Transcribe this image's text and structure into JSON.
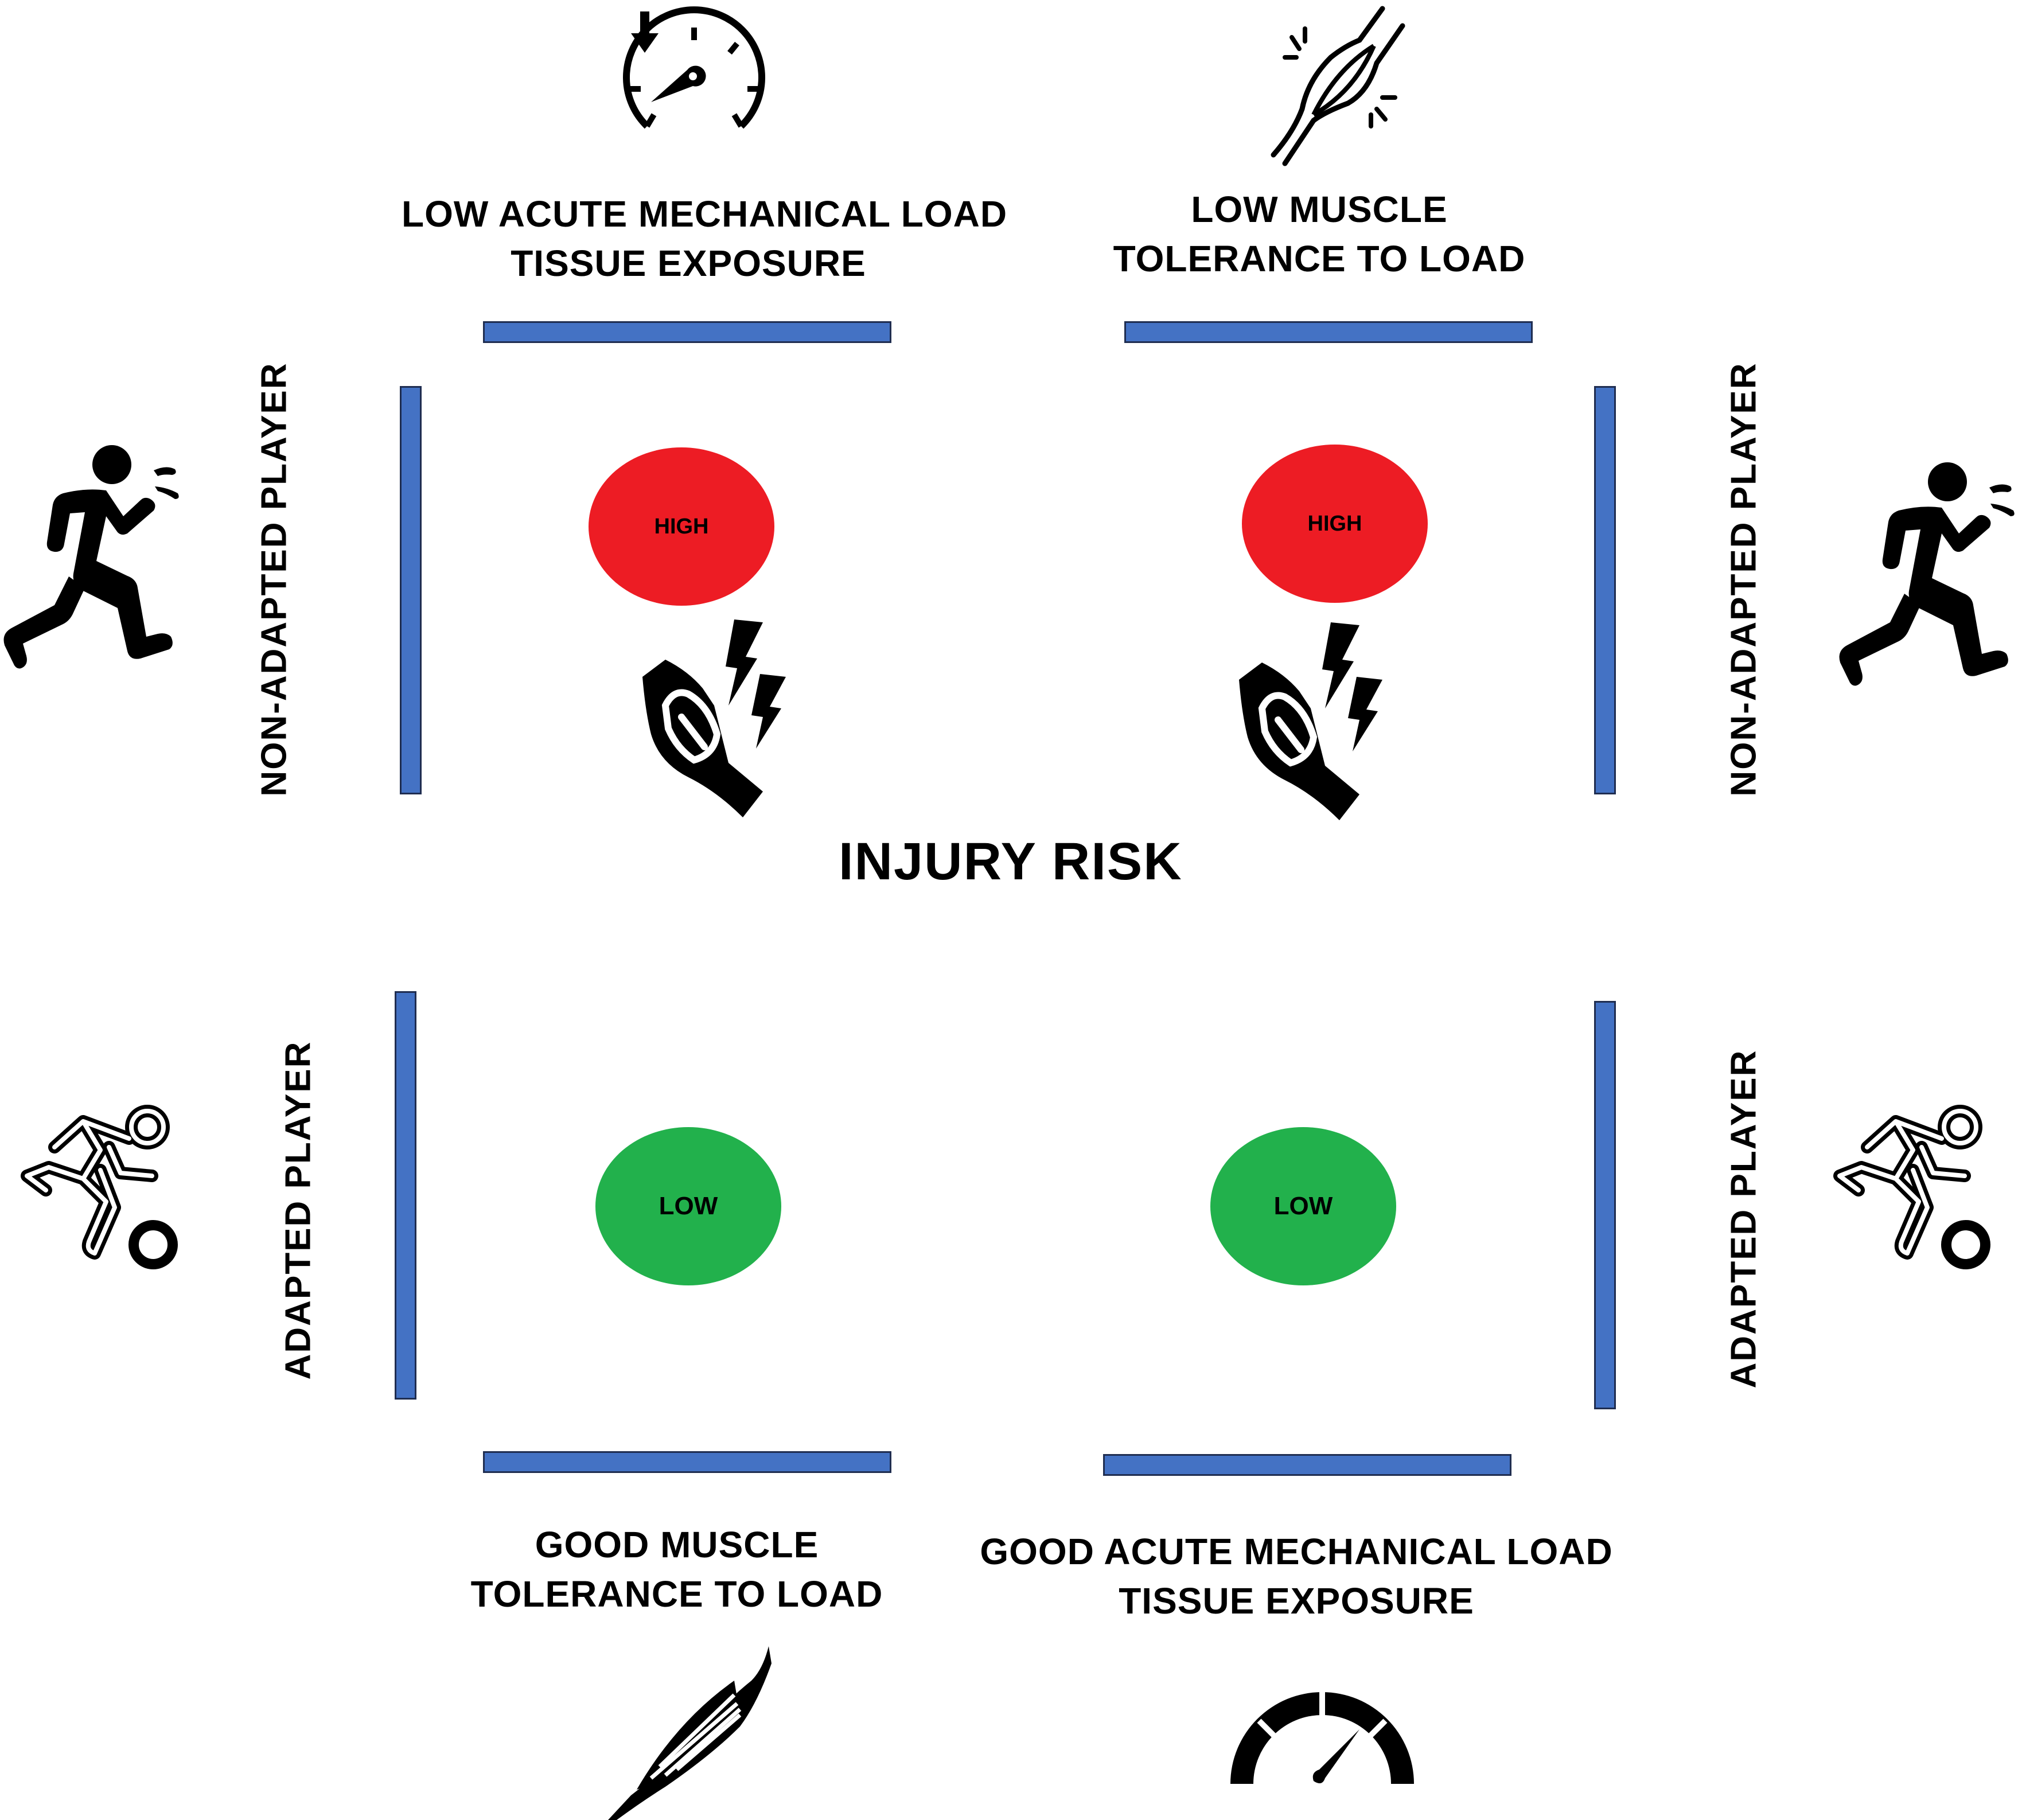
{
  "title": "INJURY RISK",
  "colors": {
    "bar_fill": "#4472c4",
    "high_risk": "#ed1c24",
    "low_risk": "#22b14c",
    "text": "#000000"
  },
  "top_labels": {
    "left": {
      "line1": "LOW ACUTE MECHANICAL LOAD",
      "line2": "TISSUE EXPOSURE",
      "icon": "speedometer-low-arrow-icon"
    },
    "right": {
      "line1": "LOW MUSCLE",
      "line2": "TOLERANCE TO LOAD",
      "icon": "strained-muscle-icon"
    }
  },
  "bottom_labels": {
    "left": {
      "line1": "GOOD MUSCLE",
      "line2": "TOLERANCE TO LOAD",
      "icon": "muscle-fiber-icon"
    },
    "right": {
      "line1": "GOOD ACUTE MECHANICAL LOAD",
      "line2": "TISSUE EXPOSURE",
      "icon": "speedometer-gauge-icon"
    }
  },
  "side_labels": {
    "top_left": {
      "text": "NON-ADAPTED PLAYER",
      "icon": "tired-runner-icon"
    },
    "top_right": {
      "text": "NON-ADAPTED PLAYER",
      "icon": "tired-runner-icon"
    },
    "bottom_left": {
      "text": "ADAPTED PLAYER",
      "icon": "soccer-player-icon"
    },
    "bottom_right": {
      "text": "ADAPTED PLAYER",
      "icon": "soccer-player-icon"
    }
  },
  "risk_levels": {
    "top_left": "HIGH",
    "top_right": "HIGH",
    "bottom_left": "LOW",
    "bottom_right": "LOW"
  },
  "center_icons": [
    "muscle-injury-icon",
    "muscle-injury-icon"
  ]
}
